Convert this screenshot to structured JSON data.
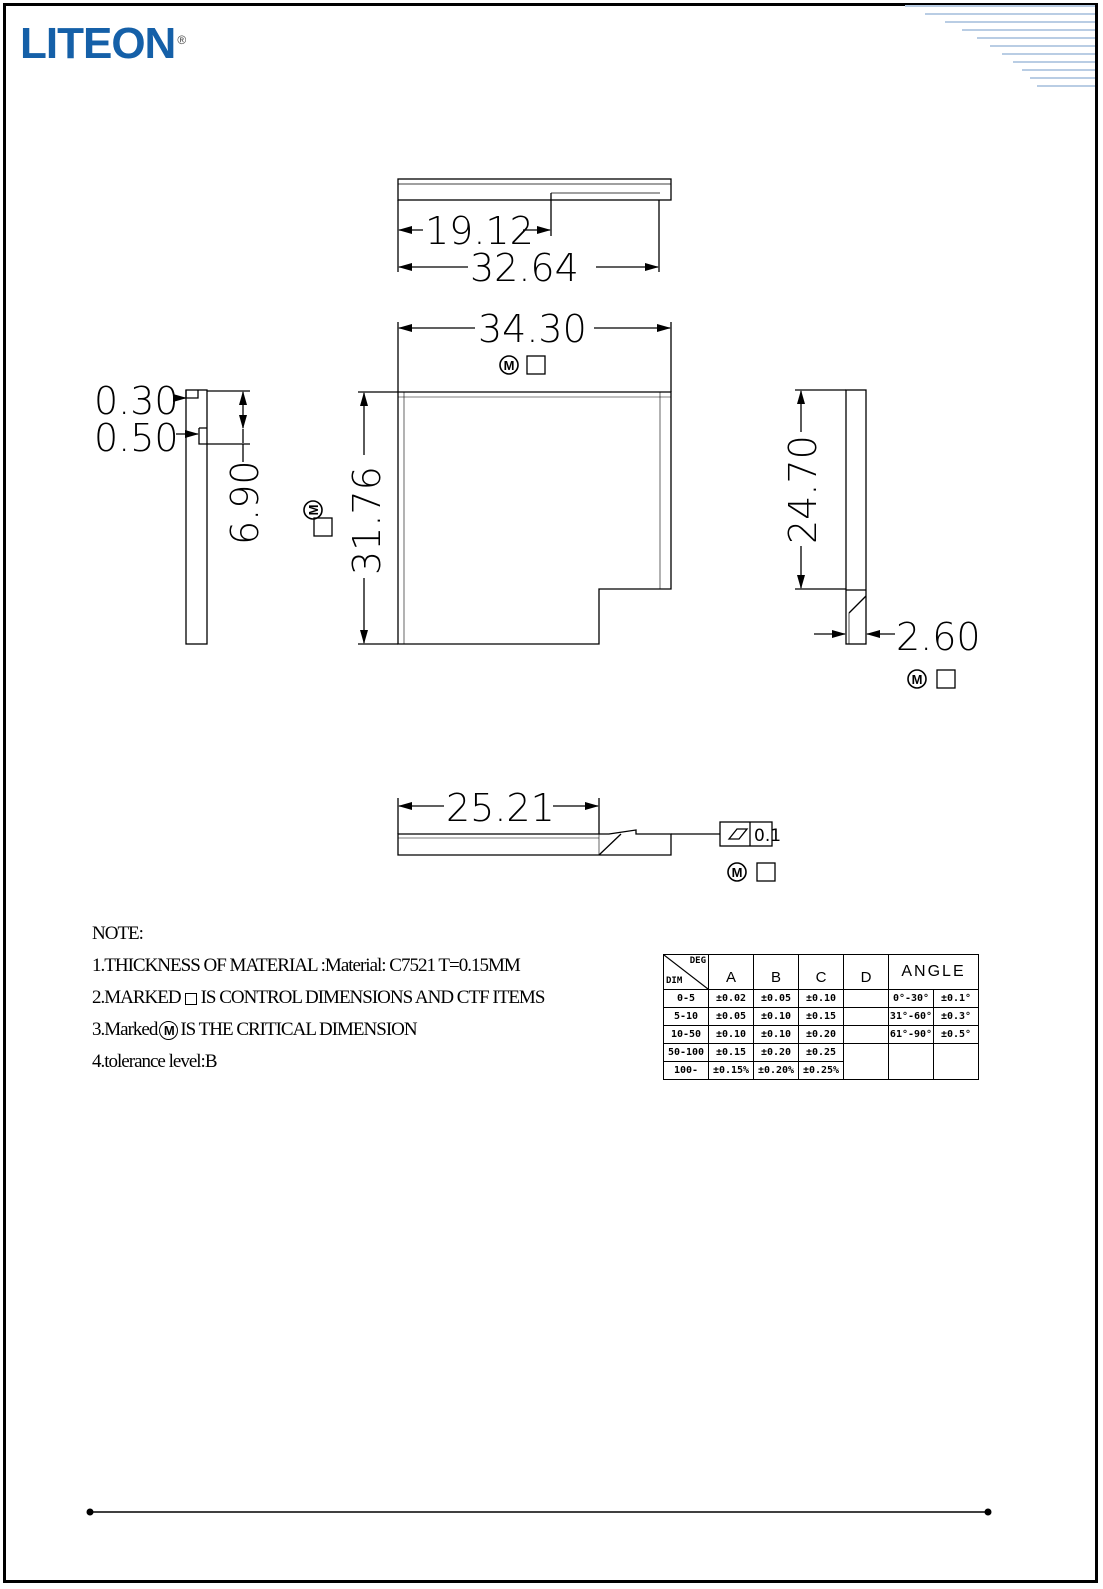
{
  "brand": {
    "logo_text": "LITEON",
    "registered": "®"
  },
  "dimensions": {
    "d1912": "19.12",
    "d3264": "32.64",
    "d3430": "34.30",
    "d030": "0.30",
    "d050": "0.50",
    "d690": "6.90",
    "d3176": "31.76",
    "d2470": "24.70",
    "d260": "2.60",
    "d2521": "25.21",
    "flatness_value": "0.1"
  },
  "marks": {
    "critical": "M"
  },
  "notes": {
    "heading": "NOTE:",
    "line1": "1.THICKNESS OF MATERIAL :Material: C7521  T=0.15MM",
    "line2_pre": "2.MARKED",
    "line2_post": "IS CONTROL  DIMENSIONS AND CTF ITEMS",
    "line3_pre": "3.Marked",
    "line3_post": "IS THE CRITICAL DIMENSION",
    "line4": "4.tolerance level:B"
  },
  "tolerance_table": {
    "corner_top": "DEG",
    "corner_bottom": "DIM",
    "columns": [
      "A",
      "B",
      "C",
      "D"
    ],
    "angle_header": "ANGLE",
    "rows": [
      {
        "dim": "0-5",
        "a": "±0.02",
        "b": "±0.05",
        "c": "±0.10",
        "d": "",
        "ang1": "0°-30°",
        "ang2": "±0.1°"
      },
      {
        "dim": "5-10",
        "a": "±0.05",
        "b": "±0.10",
        "c": "±0.15",
        "d": "",
        "ang1": "31°-60°",
        "ang2": "±0.3°"
      },
      {
        "dim": "10-50",
        "a": "±0.10",
        "b": "±0.10",
        "c": "±0.20",
        "d": "",
        "ang1": "61°-90°",
        "ang2": "±0.5°"
      },
      {
        "dim": "50-100",
        "a": "±0.15",
        "b": "±0.20",
        "c": "±0.25",
        "d": "",
        "ang1": "",
        "ang2": ""
      },
      {
        "dim": "100-",
        "a": "±0.15%",
        "b": "±0.20%",
        "c": "±0.25%",
        "d": "",
        "ang1": "",
        "ang2": ""
      }
    ]
  },
  "colors": {
    "brand_blue": "#1560a8",
    "ink": "#000000"
  }
}
